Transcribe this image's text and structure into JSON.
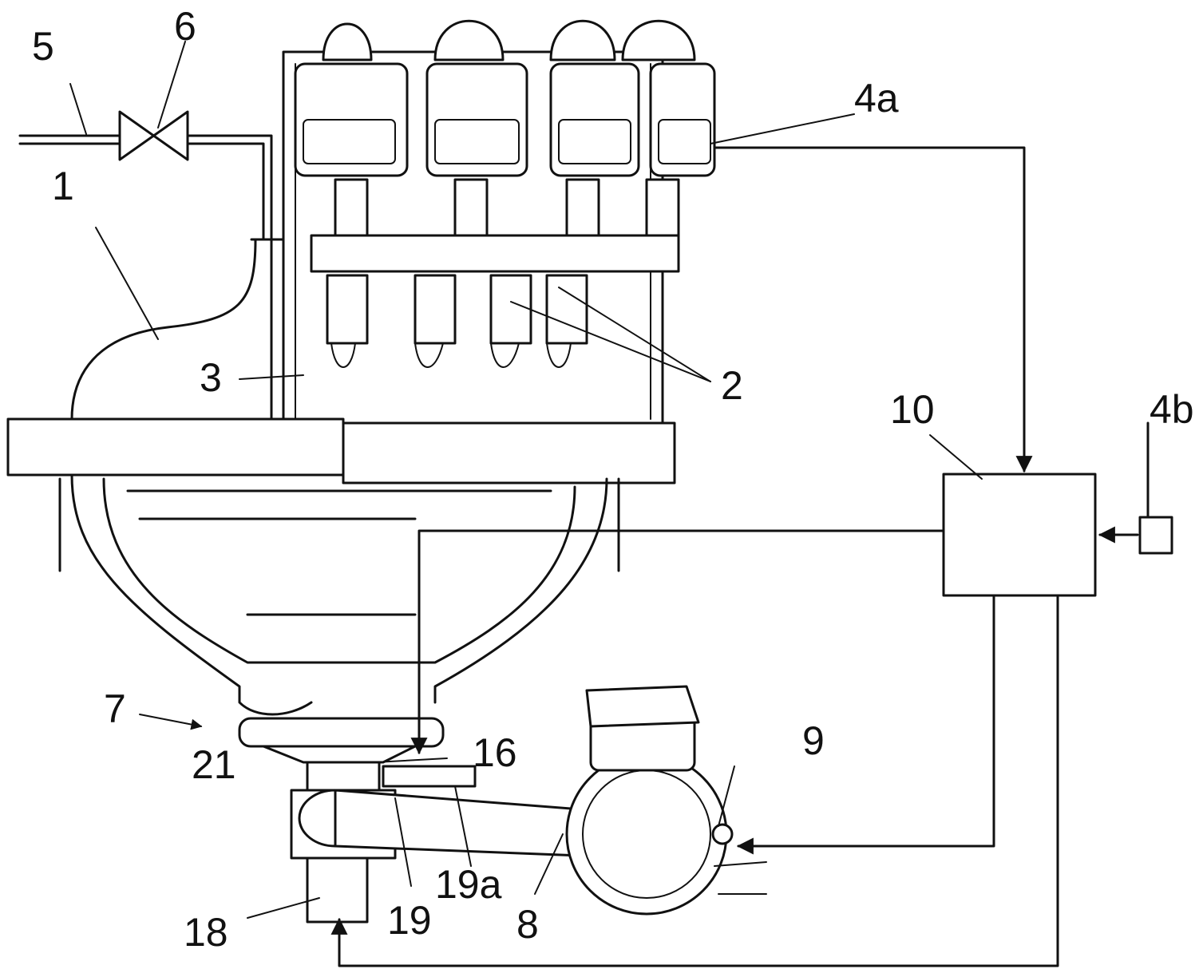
{
  "labels": {
    "l1": "1",
    "l2": "2",
    "l3": "3",
    "l4a": "4a",
    "l4b": "4b",
    "l5": "5",
    "l6": "6",
    "l7": "7",
    "l8": "8",
    "l9": "9",
    "l10": "10",
    "l16": "16",
    "l18": "18",
    "l19": "19",
    "l19a": "19a",
    "l21": "21"
  },
  "colors": {
    "ink": "#111111",
    "paper": "#ffffff"
  }
}
